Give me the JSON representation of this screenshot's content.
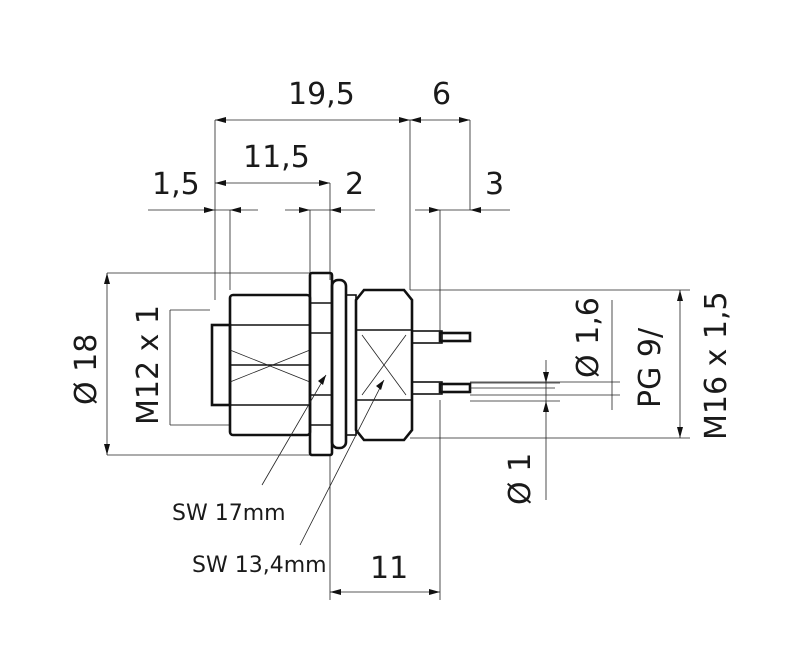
{
  "dimensions": {
    "d_19_5": "19,5",
    "d_6": "6",
    "d_11_5": "11,5",
    "d_1_5": "1,5",
    "d_2": "2",
    "d_3": "3",
    "d_dia18": "Ø 18",
    "d_m12": "M12 x 1",
    "d_dia1_6": "Ø 1,6",
    "d_pg9": "PG 9/",
    "d_m16": "M16 x 1,5",
    "d_dia1": "Ø 1",
    "d_11": "11"
  },
  "callouts": {
    "sw17": "SW 17mm",
    "sw13": "SW 13,4mm"
  }
}
